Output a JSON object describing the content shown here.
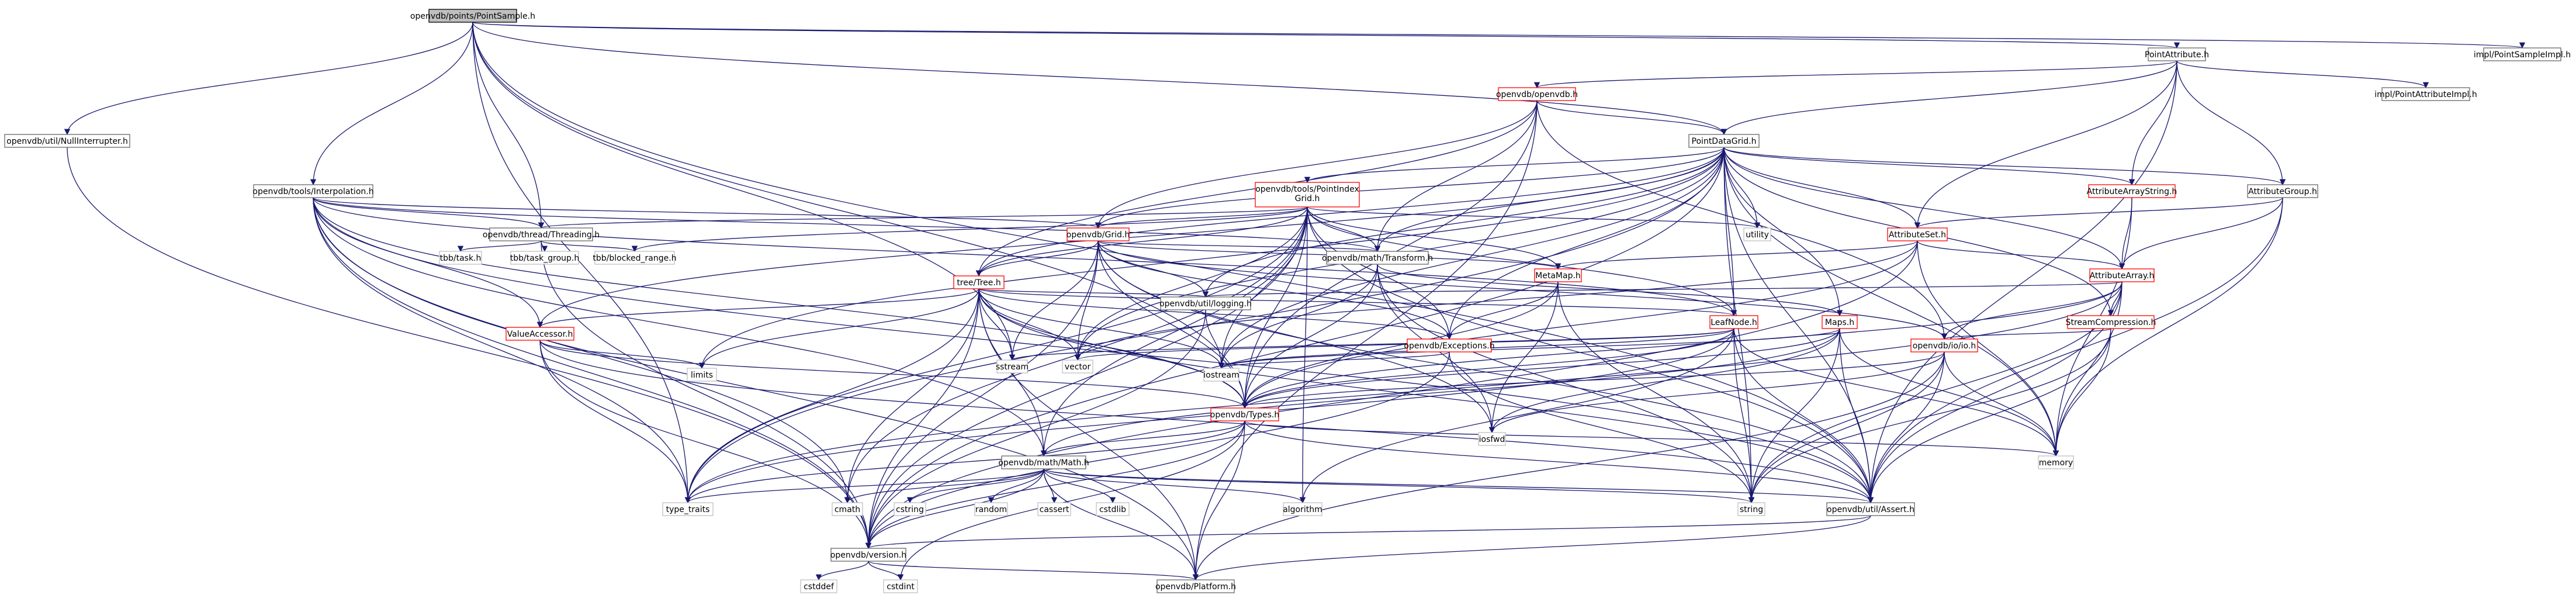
{
  "colors": {
    "edge": "#191970",
    "node_border": "#666666",
    "node_border_red": "#ff0000",
    "node_border_gray": "#bfbfbf",
    "root_fill": "#bfbfbf"
  },
  "nodes": [
    {
      "id": "root",
      "label": "openvdb/points/PointSample.h",
      "style": "root"
    },
    {
      "id": "pointattr",
      "label": "PointAttribute.h",
      "style": "normal"
    },
    {
      "id": "imp_sample",
      "label": "impl/PointSampleImpl.h",
      "style": "normal"
    },
    {
      "id": "nullint",
      "label": "openvdb/util/NullInterrupter.h",
      "style": "normal"
    },
    {
      "id": "openvdbh",
      "label": "openvdb/openvdb.h",
      "style": "red"
    },
    {
      "id": "imp_attr",
      "label": "impl/PointAttributeImpl.h",
      "style": "normal"
    },
    {
      "id": "pdg",
      "label": "PointDataGrid.h",
      "style": "normal"
    },
    {
      "id": "interp",
      "label": "openvdb/tools/Interpolation.h",
      "style": "normal"
    },
    {
      "id": "pig1",
      "label": "openvdb/tools/PointIndex",
      "style": "red"
    },
    {
      "id": "pig2",
      "label": "Grid.h",
      "style": "none"
    },
    {
      "id": "aas",
      "label": "AttributeArrayString.h",
      "style": "red"
    },
    {
      "id": "agroup",
      "label": "AttributeGroup.h",
      "style": "normal"
    },
    {
      "id": "threading",
      "label": "openvdb/thread/Threading.h",
      "style": "normal"
    },
    {
      "id": "gridh",
      "label": "openvdb/Grid.h",
      "style": "red"
    },
    {
      "id": "utility",
      "label": "utility",
      "style": "gray"
    },
    {
      "id": "attrset",
      "label": "AttributeSet.h",
      "style": "red"
    },
    {
      "id": "tbbtask",
      "label": "tbb/task.h",
      "style": "gray"
    },
    {
      "id": "tbbtg",
      "label": "tbb/task_group.h",
      "style": "gray"
    },
    {
      "id": "tbbbr",
      "label": "tbb/blocked_range.h",
      "style": "gray"
    },
    {
      "id": "transform",
      "label": "openvdb/math/Transform.h",
      "style": "normal"
    },
    {
      "id": "metamap",
      "label": "MetaMap.h",
      "style": "red"
    },
    {
      "id": "attrarray",
      "label": "AttributeArray.h",
      "style": "red"
    },
    {
      "id": "treeh",
      "label": "tree/Tree.h",
      "style": "red"
    },
    {
      "id": "logging",
      "label": "openvdb/util/logging.h",
      "style": "normal"
    },
    {
      "id": "leafnode",
      "label": "LeafNode.h",
      "style": "red"
    },
    {
      "id": "maps",
      "label": "Maps.h",
      "style": "red"
    },
    {
      "id": "streamcomp",
      "label": "StreamCompression.h",
      "style": "red"
    },
    {
      "id": "valacc",
      "label": "ValueAccessor.h",
      "style": "red"
    },
    {
      "id": "exceptions",
      "label": "openvdb/Exceptions.h",
      "style": "red"
    },
    {
      "id": "iostr",
      "label": "openvdb/io/io.h",
      "style": "red"
    },
    {
      "id": "sstream",
      "label": "sstream",
      "style": "gray"
    },
    {
      "id": "vector",
      "label": "vector",
      "style": "gray"
    },
    {
      "id": "iostream",
      "label": "iostream",
      "style": "gray"
    },
    {
      "id": "limits",
      "label": "limits",
      "style": "gray"
    },
    {
      "id": "types",
      "label": "openvdb/Types.h",
      "style": "red"
    },
    {
      "id": "iosfwd",
      "label": "iosfwd",
      "style": "gray"
    },
    {
      "id": "memory",
      "label": "memory",
      "style": "gray"
    },
    {
      "id": "mathh",
      "label": "openvdb/math/Math.h",
      "style": "normal"
    },
    {
      "id": "typetraits",
      "label": "type_traits",
      "style": "gray"
    },
    {
      "id": "cmath",
      "label": "cmath",
      "style": "gray"
    },
    {
      "id": "cstring",
      "label": "cstring",
      "style": "gray"
    },
    {
      "id": "random",
      "label": "random",
      "style": "gray"
    },
    {
      "id": "cassert",
      "label": "cassert",
      "style": "gray"
    },
    {
      "id": "cstdlib",
      "label": "cstdlib",
      "style": "gray"
    },
    {
      "id": "algorithm",
      "label": "algorithm",
      "style": "gray"
    },
    {
      "id": "string",
      "label": "string",
      "style": "gray"
    },
    {
      "id": "assert",
      "label": "openvdb/util/Assert.h",
      "style": "normal"
    },
    {
      "id": "version",
      "label": "openvdb/version.h",
      "style": "normal"
    },
    {
      "id": "cstddef",
      "label": "cstddef",
      "style": "gray"
    },
    {
      "id": "cstdint",
      "label": "cstdint",
      "style": "gray"
    },
    {
      "id": "platform",
      "label": "openvdb/Platform.h",
      "style": "normal"
    }
  ],
  "edges": [
    [
      "root",
      "pointattr"
    ],
    [
      "root",
      "imp_sample"
    ],
    [
      "root",
      "nullint"
    ],
    [
      "root",
      "pdg"
    ],
    [
      "root",
      "interp"
    ],
    [
      "root",
      "threading"
    ],
    [
      "root",
      "typetraits"
    ],
    [
      "root",
      "types"
    ],
    [
      "root",
      "assert"
    ],
    [
      "root",
      "sstream"
    ],
    [
      "pointattr",
      "openvdbh"
    ],
    [
      "pointattr",
      "imp_attr"
    ],
    [
      "pointattr",
      "pdg"
    ],
    [
      "pointattr",
      "aas"
    ],
    [
      "pointattr",
      "agroup"
    ],
    [
      "pointattr",
      "attrset"
    ],
    [
      "pointattr",
      "assert"
    ],
    [
      "nullint",
      "version"
    ],
    [
      "openvdbh",
      "pdg"
    ],
    [
      "openvdbh",
      "gridh"
    ],
    [
      "openvdbh",
      "treeh"
    ],
    [
      "openvdbh",
      "transform"
    ],
    [
      "openvdbh",
      "types"
    ],
    [
      "openvdbh",
      "platform"
    ],
    [
      "openvdbh",
      "iostr"
    ],
    [
      "pdg",
      "pig1"
    ],
    [
      "pdg",
      "aas"
    ],
    [
      "pdg",
      "agroup"
    ],
    [
      "pdg",
      "attrset"
    ],
    [
      "pdg",
      "attrarray"
    ],
    [
      "pdg",
      "streamcomp"
    ],
    [
      "pdg",
      "gridh"
    ],
    [
      "pdg",
      "treeh"
    ],
    [
      "pdg",
      "leafnode"
    ],
    [
      "pdg",
      "maps"
    ],
    [
      "pdg",
      "utility"
    ],
    [
      "pdg",
      "vector"
    ],
    [
      "pdg",
      "iostream"
    ],
    [
      "pdg",
      "memory"
    ],
    [
      "pdg",
      "typetraits"
    ],
    [
      "pdg",
      "version"
    ],
    [
      "pdg",
      "assert"
    ],
    [
      "pdg",
      "string"
    ],
    [
      "pdg",
      "transform"
    ],
    [
      "pdg",
      "limits"
    ],
    [
      "pdg",
      "valacc"
    ],
    [
      "pdg",
      "logging"
    ],
    [
      "pdg",
      "exceptions"
    ],
    [
      "interp",
      "gridh"
    ],
    [
      "interp",
      "transform"
    ],
    [
      "interp",
      "mathh"
    ],
    [
      "interp",
      "valacc"
    ],
    [
      "interp",
      "typetraits"
    ],
    [
      "interp",
      "cmath"
    ],
    [
      "interp",
      "version"
    ],
    [
      "interp",
      "platform"
    ],
    [
      "interp",
      "types"
    ],
    [
      "interp",
      "threading"
    ],
    [
      "interp",
      "leafnode"
    ],
    [
      "interp",
      "assert"
    ],
    [
      "pig1",
      "threading"
    ],
    [
      "pig1",
      "gridh"
    ],
    [
      "pig1",
      "transform"
    ],
    [
      "pig1",
      "treeh"
    ],
    [
      "pig1",
      "leafnode"
    ],
    [
      "pig1",
      "utility"
    ],
    [
      "pig1",
      "vector"
    ],
    [
      "pig1",
      "iostream"
    ],
    [
      "pig1",
      "types"
    ],
    [
      "pig1",
      "version"
    ],
    [
      "pig1",
      "tbbbr"
    ],
    [
      "pig1",
      "mathh"
    ],
    [
      "pig1",
      "exceptions"
    ],
    [
      "pig1",
      "metamap"
    ],
    [
      "pig1",
      "algorithm"
    ],
    [
      "pig1",
      "assert"
    ],
    [
      "pig1",
      "cmath"
    ],
    [
      "pig1",
      "typetraits"
    ],
    [
      "aas",
      "attrarray"
    ],
    [
      "aas",
      "memory"
    ],
    [
      "agroup",
      "attrset"
    ],
    [
      "agroup",
      "attrarray"
    ],
    [
      "agroup",
      "assert"
    ],
    [
      "agroup",
      "memory"
    ],
    [
      "threading",
      "tbbtask"
    ],
    [
      "threading",
      "tbbtg"
    ],
    [
      "threading",
      "tbbbr"
    ],
    [
      "threading",
      "version"
    ],
    [
      "gridh",
      "treeh"
    ],
    [
      "gridh",
      "transform"
    ],
    [
      "gridh",
      "metamap"
    ],
    [
      "gridh",
      "exceptions"
    ],
    [
      "gridh",
      "logging"
    ],
    [
      "gridh",
      "types"
    ],
    [
      "gridh",
      "iosfwd"
    ],
    [
      "gridh",
      "vector"
    ],
    [
      "gridh",
      "version"
    ],
    [
      "gridh",
      "assert"
    ],
    [
      "gridh",
      "sstream"
    ],
    [
      "gridh",
      "iostr"
    ],
    [
      "attrset",
      "attrarray"
    ],
    [
      "attrset",
      "metamap"
    ],
    [
      "attrset",
      "types"
    ],
    [
      "attrset",
      "version"
    ],
    [
      "attrset",
      "memory"
    ],
    [
      "attrset",
      "vector"
    ],
    [
      "transform",
      "maps"
    ],
    [
      "transform",
      "types"
    ],
    [
      "transform",
      "iosfwd"
    ],
    [
      "transform",
      "string"
    ],
    [
      "transform",
      "iostream"
    ],
    [
      "metamap",
      "exceptions"
    ],
    [
      "metamap",
      "types"
    ],
    [
      "metamap",
      "iosfwd"
    ],
    [
      "metamap",
      "string"
    ],
    [
      "attrarray",
      "streamcomp"
    ],
    [
      "attrarray",
      "iostr"
    ],
    [
      "attrarray",
      "types"
    ],
    [
      "attrarray",
      "memory"
    ],
    [
      "attrarray",
      "string"
    ],
    [
      "attrarray",
      "typetraits"
    ],
    [
      "attrarray",
      "assert"
    ],
    [
      "attrarray",
      "logging"
    ],
    [
      "treeh",
      "valacc"
    ],
    [
      "treeh",
      "logging"
    ],
    [
      "treeh",
      "leafnode"
    ],
    [
      "treeh",
      "types"
    ],
    [
      "treeh",
      "mathh"
    ],
    [
      "treeh",
      "exceptions"
    ],
    [
      "treeh",
      "sstream"
    ],
    [
      "treeh",
      "vector"
    ],
    [
      "treeh",
      "iostream"
    ],
    [
      "treeh",
      "cmath"
    ],
    [
      "treeh",
      "limits"
    ],
    [
      "treeh",
      "version"
    ],
    [
      "treeh",
      "platform"
    ],
    [
      "treeh",
      "assert"
    ],
    [
      "treeh",
      "typetraits"
    ],
    [
      "logging",
      "iostream"
    ],
    [
      "logging",
      "version"
    ],
    [
      "leafnode",
      "types"
    ],
    [
      "leafnode",
      "iostream"
    ],
    [
      "leafnode",
      "memory"
    ],
    [
      "leafnode",
      "algorithm"
    ],
    [
      "leafnode",
      "assert"
    ],
    [
      "leafnode",
      "sstream"
    ],
    [
      "leafnode",
      "string"
    ],
    [
      "leafnode",
      "typetraits"
    ],
    [
      "leafnode",
      "vector"
    ],
    [
      "maps",
      "mathh"
    ],
    [
      "maps",
      "types"
    ],
    [
      "maps",
      "iostream"
    ],
    [
      "maps",
      "string"
    ],
    [
      "maps",
      "memory"
    ],
    [
      "maps",
      "assert"
    ],
    [
      "maps",
      "iosfwd"
    ],
    [
      "streamcomp",
      "iostr"
    ],
    [
      "streamcomp",
      "memory"
    ],
    [
      "streamcomp",
      "string"
    ],
    [
      "streamcomp",
      "assert"
    ],
    [
      "valacc",
      "types"
    ],
    [
      "valacc",
      "limits"
    ],
    [
      "valacc",
      "typetraits"
    ],
    [
      "valacc",
      "version"
    ],
    [
      "valacc",
      "assert"
    ],
    [
      "exceptions",
      "version"
    ],
    [
      "exceptions",
      "iostream"
    ],
    [
      "exceptions",
      "string"
    ],
    [
      "iostr",
      "types"
    ],
    [
      "iostr",
      "iosfwd"
    ],
    [
      "iostr",
      "memory"
    ],
    [
      "iostr",
      "string"
    ],
    [
      "iostr",
      "platform"
    ],
    [
      "iostr",
      "assert"
    ],
    [
      "types",
      "mathh"
    ],
    [
      "types",
      "version"
    ],
    [
      "types",
      "platform"
    ],
    [
      "types",
      "typetraits"
    ],
    [
      "types",
      "memory"
    ],
    [
      "types",
      "cstdint"
    ],
    [
      "types",
      "assert"
    ],
    [
      "mathh",
      "typetraits"
    ],
    [
      "mathh",
      "cmath"
    ],
    [
      "mathh",
      "cstring"
    ],
    [
      "mathh",
      "random"
    ],
    [
      "mathh",
      "cassert"
    ],
    [
      "mathh",
      "cstdlib"
    ],
    [
      "mathh",
      "algorithm"
    ],
    [
      "mathh",
      "string"
    ],
    [
      "mathh",
      "version"
    ],
    [
      "mathh",
      "platform"
    ],
    [
      "mathh",
      "assert"
    ],
    [
      "assert",
      "version"
    ],
    [
      "assert",
      "platform"
    ],
    [
      "version",
      "cstddef"
    ],
    [
      "version",
      "cstdint"
    ],
    [
      "version",
      "platform"
    ]
  ]
}
